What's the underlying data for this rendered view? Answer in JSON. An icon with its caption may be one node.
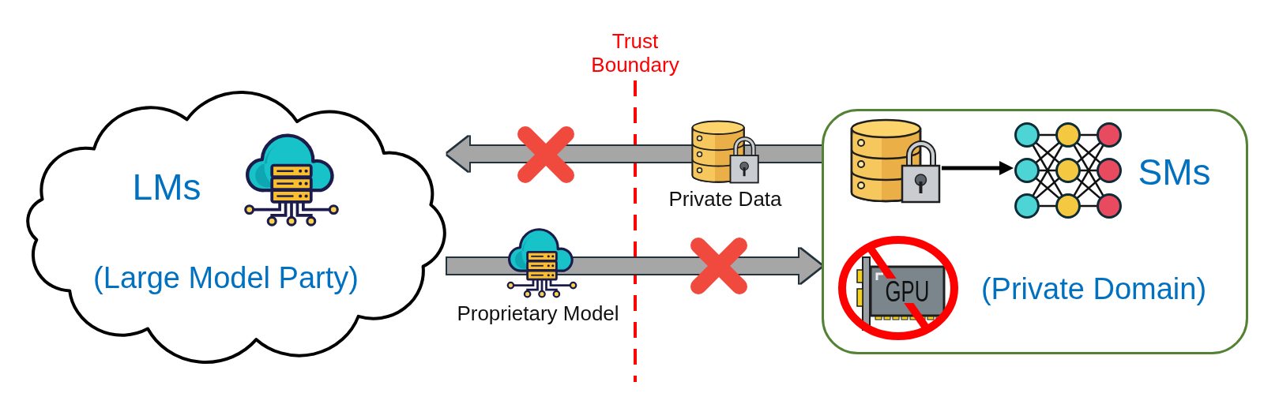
{
  "diagram": {
    "nodes": [
      {
        "text": [
          "LMs",
          "(Large Model Party)"
        ]
      },
      {
        "text": [
          "SMs",
          "(Private Domain)"
        ]
      },
      {
        "text": [],
        "shape": "picture",
        "in": 1
      },
      {
        "text": [],
        "shape": "picture",
        "in": 1
      }
    ],
    "edges": [
      {
        "from": 1,
        "to": 0,
        "arrow": "to",
        "label": "Private Data"
      },
      {
        "from": 0,
        "to": 1,
        "arrow": "to",
        "label": "Proprietary Model"
      },
      {
        "from": 2,
        "to": 3,
        "arrow": "to",
        "color": "#000000"
      }
    ],
    "labels": [
      "Trust Boundary",
      "GPU"
    ]
  }
}
